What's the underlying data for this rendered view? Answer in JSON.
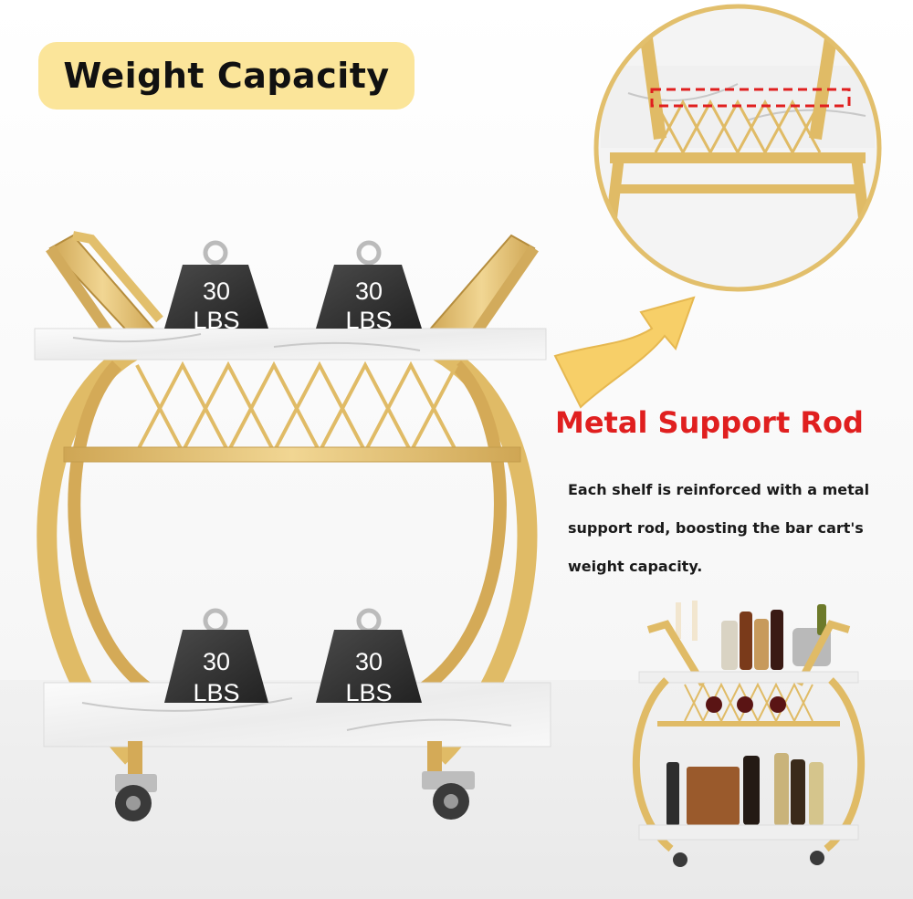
{
  "header": {
    "title": "Weight Capacity"
  },
  "weights": {
    "top_left": {
      "value": "30",
      "unit": "LBS"
    },
    "top_right": {
      "value": "30",
      "unit": "LBS"
    },
    "bottom_left": {
      "value": "30",
      "unit": "LBS"
    },
    "bottom_right": {
      "value": "30",
      "unit": "LBS"
    }
  },
  "feature": {
    "title": "Metal Support Rod",
    "description": "Each shelf is reinforced with a metal support rod, boosting the bar cart's weight capacity."
  },
  "colors": {
    "badge": "#fbe59a",
    "gold": "#e2bf6c",
    "accent_red": "#e01f1f",
    "weight": "#333333"
  }
}
